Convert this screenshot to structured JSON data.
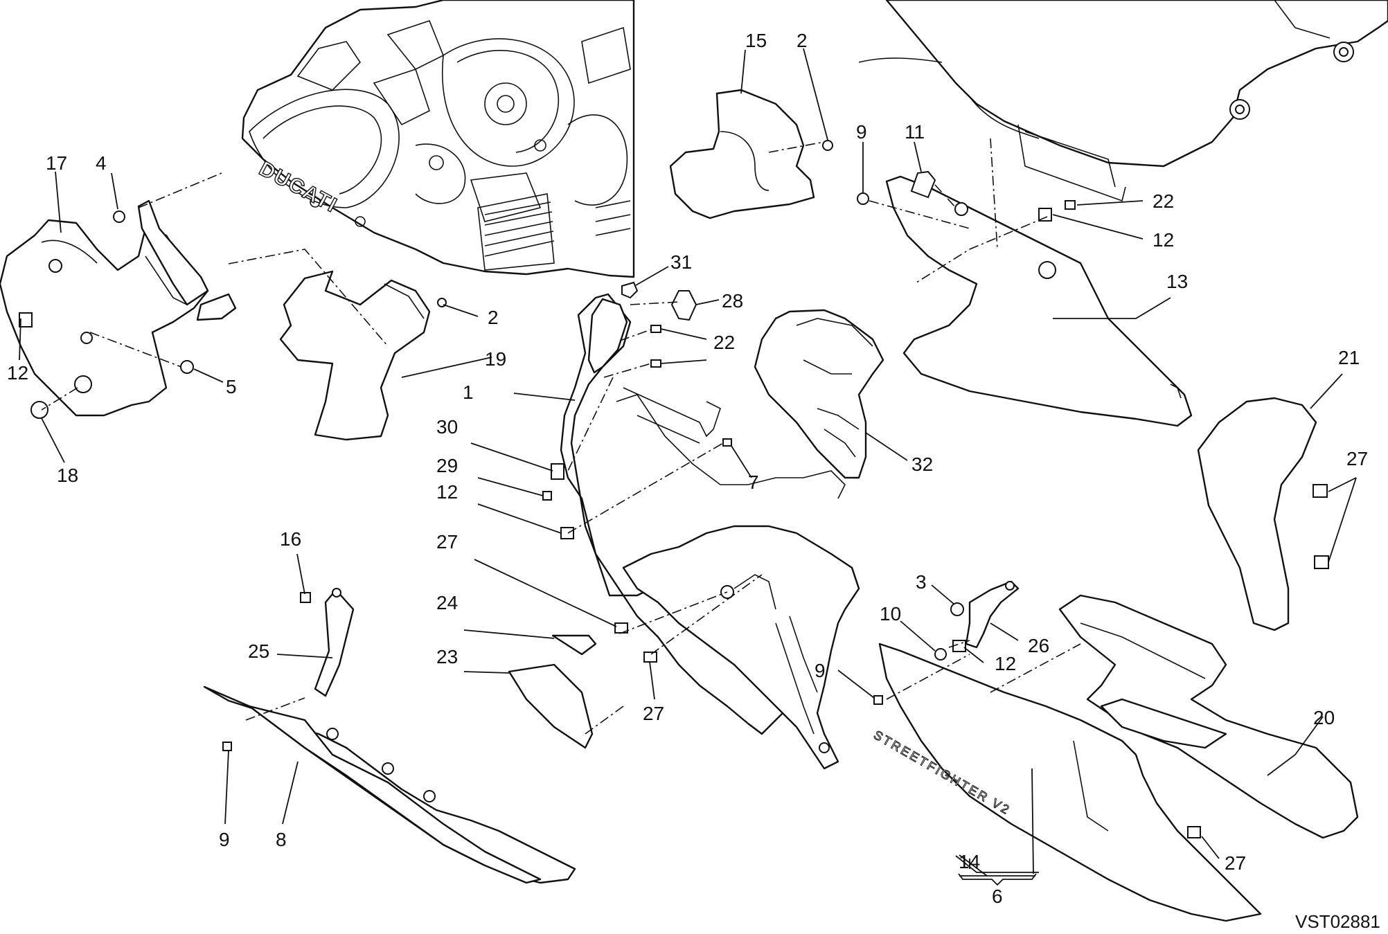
{
  "diagram": {
    "reference_code": "VST02881",
    "engine_logo_text": "DUCATI",
    "side_panel_decal_text": "STREETFIGHTER V2",
    "callouts": {
      "c17": "17",
      "c4": "4",
      "c12a": "12",
      "c5": "5",
      "c18": "18",
      "c2a": "2",
      "c19": "19",
      "c15": "15",
      "c2b": "2",
      "c9a": "9",
      "c11": "11",
      "c22a": "22",
      "c12b": "12",
      "c13": "13",
      "c31": "31",
      "c28": "28",
      "c22b": "22",
      "c1": "1",
      "c30": "30",
      "c29": "29",
      "c12c": "12",
      "c7": "7",
      "c32": "32",
      "c21": "21",
      "c27a": "27",
      "c16": "16",
      "c27b": "27",
      "c24": "24",
      "c23": "23",
      "c27c": "27",
      "c25": "25",
      "c9b": "9",
      "c8": "8",
      "c3": "3",
      "c10": "10",
      "c26": "26",
      "c12d": "12",
      "c9c": "9",
      "c20": "20",
      "c14": "14",
      "c6": "6",
      "c27d": "27"
    }
  }
}
